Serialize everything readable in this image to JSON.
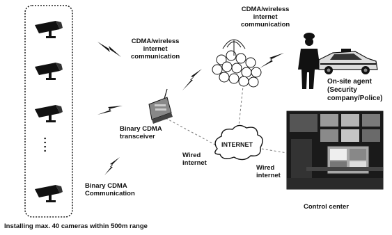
{
  "labels": {
    "cdma_wireless_left": [
      "CDMA/wireless",
      "internet",
      "communication"
    ],
    "cdma_wireless_top": [
      "CDMA/wireless",
      "internet",
      "communication"
    ],
    "on_site_agent": [
      "On-site agent",
      "(Security",
      "company/Police)"
    ],
    "binary_cdma_transceiver": [
      "Binary CDMA",
      "transceiver"
    ],
    "internet": "INTERNET",
    "wired_internet_left": [
      "Wired",
      "internet"
    ],
    "wired_internet_right": [
      "Wired",
      "internet"
    ],
    "binary_cdma_communication": [
      "Binary CDMA",
      "Communication"
    ],
    "control_center": "Control center",
    "caption": "Installing max. 40 cameras within 500m range"
  },
  "ellipsis": ":"
}
